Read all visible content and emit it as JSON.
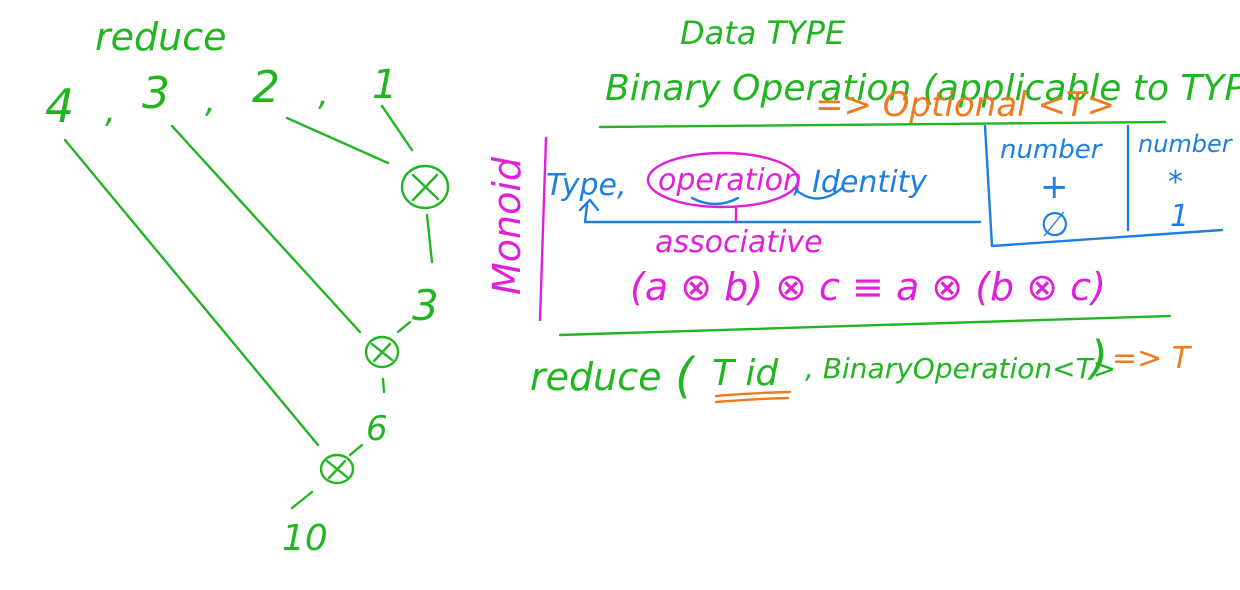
{
  "colors": {
    "green": "#22b522",
    "orange": "#f07a1f",
    "magenta": "#e020d8",
    "blue": "#1e7fe0"
  },
  "left": {
    "title": "reduce",
    "inputs": [
      "4",
      ",",
      "3",
      ",",
      "2",
      ",",
      "1"
    ],
    "intermediate_1": "3",
    "intermediate_2": "6",
    "result": "10"
  },
  "right": {
    "heading": "Data TYPE",
    "binary_op": "Binary Operation (applicable to TYPE)",
    "optional": "=> Optional <T>",
    "monoid_label": "Monoid",
    "monoid_def": {
      "type": "Type,",
      "operation": "operation",
      "identity": ", Identity"
    },
    "associative": "associative",
    "assoc_law": "(a ⊗ b) ⊗ c ≡ a ⊗ (b ⊗ c)",
    "table": [
      {
        "header": "number",
        "op": "+",
        "identity": "∅"
      },
      {
        "header": "number",
        "op": "*",
        "identity": "1"
      }
    ],
    "reduce_sig_start": "reduce",
    "reduce_sig_id": "T id",
    "reduce_sig_rest": ", BinaryOperation<T>",
    "reduce_sig_return": "=> T"
  }
}
